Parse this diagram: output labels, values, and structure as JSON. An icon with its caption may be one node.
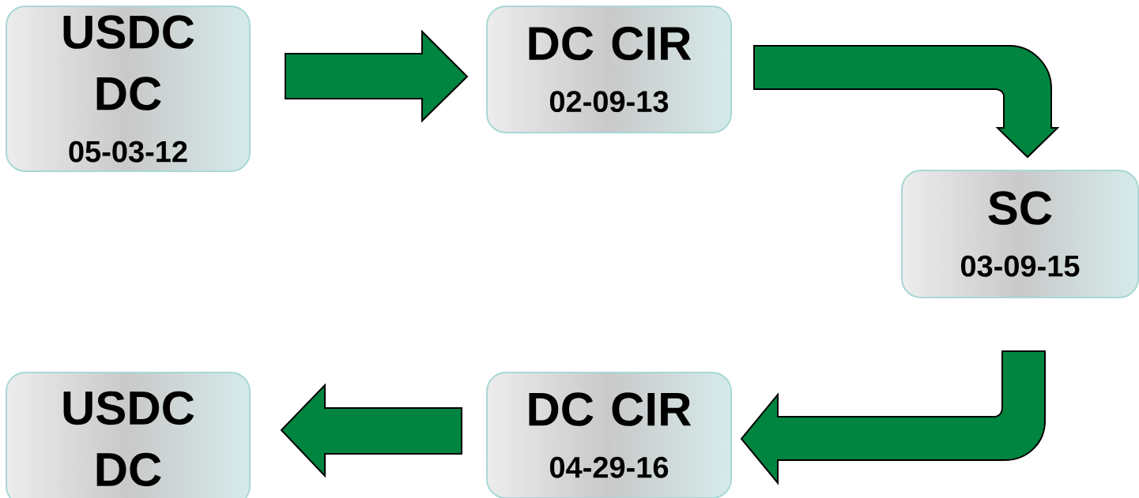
{
  "diagram": {
    "nodes": [
      {
        "text": [
          "USDC DC",
          "05-03-12"
        ]
      },
      {
        "text": [
          "DC CIR",
          "02-09-13"
        ]
      },
      {
        "text": [
          "SC",
          "03-09-15"
        ]
      },
      {
        "text": [
          "DC CIR",
          "04-29-16"
        ]
      },
      {
        "text": [
          "USDC DC"
        ]
      }
    ],
    "edges": [
      {
        "from": 0,
        "to": 1,
        "arrow": "to"
      },
      {
        "from": 1,
        "to": 2,
        "arrow": "to"
      },
      {
        "from": 2,
        "to": 3,
        "arrow": "to"
      },
      {
        "from": 3,
        "to": 4,
        "arrow": "to"
      }
    ]
  }
}
